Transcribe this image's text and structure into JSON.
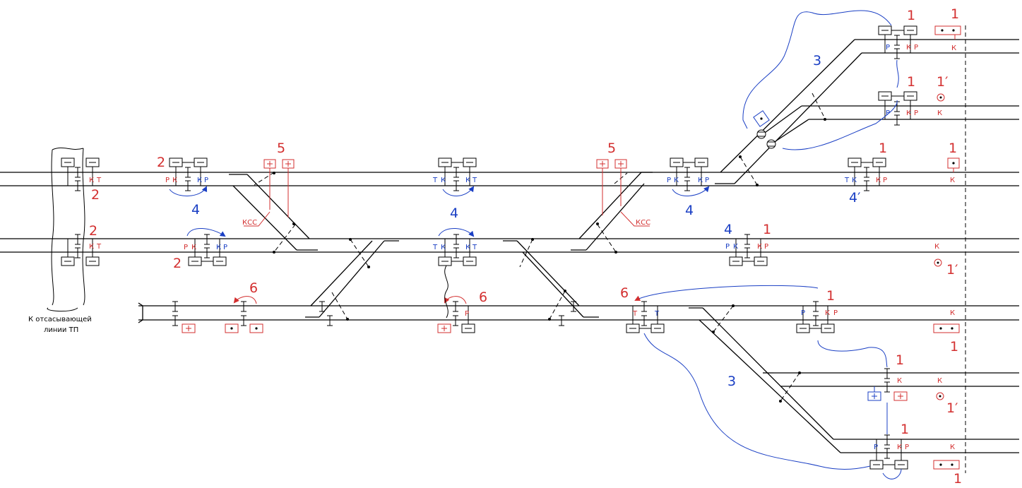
{
  "labels": {
    "one": "1",
    "one_prime": "1′",
    "two": "2",
    "three": "3",
    "four": "4",
    "four_prime": "4′",
    "five": "5",
    "six": "6",
    "K": "К",
    "T": "Т",
    "P": "Р",
    "KSS": "КСС",
    "caption_line1": "К отсасывающей",
    "caption_line2": "линии ТП"
  },
  "colors": {
    "track": "#000000",
    "red": "#d32f2f",
    "blue": "#1a3fc4"
  }
}
